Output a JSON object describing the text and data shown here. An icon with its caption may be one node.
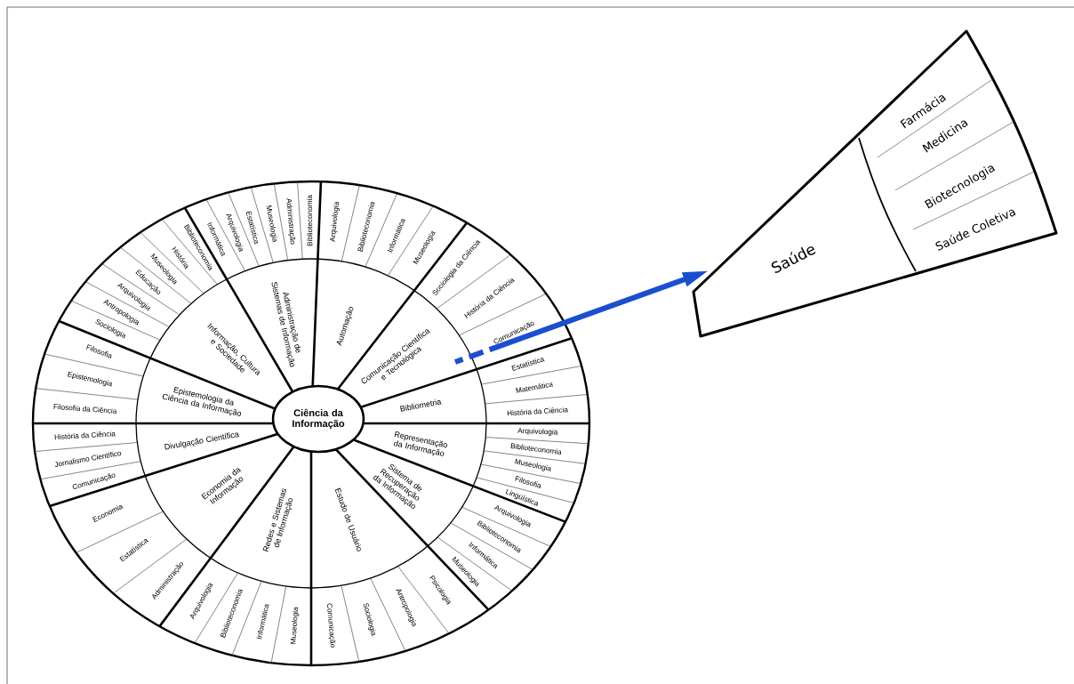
{
  "diagram": {
    "nodes": [
      {
        "text": [
          "Ciência da Informação"
        ]
      },
      {
        "text": [
          "Administração de Sistemas de Informação"
        ]
      },
      {
        "text": [
          "Informática"
        ]
      },
      {
        "text": [
          "Arquivologia"
        ]
      },
      {
        "text": [
          "Estatística"
        ]
      },
      {
        "text": [
          "Museologia"
        ]
      },
      {
        "text": [
          "Administração"
        ]
      },
      {
        "text": [
          "Biblioteconomia"
        ]
      },
      {
        "text": [
          "Automação"
        ]
      },
      {
        "text": [
          "Arquivologia"
        ]
      },
      {
        "text": [
          "Biblioteconomia"
        ]
      },
      {
        "text": [
          "Informática"
        ]
      },
      {
        "text": [
          "Museologia"
        ]
      },
      {
        "text": [
          "Comunicação Científica e Tecnológica"
        ]
      },
      {
        "text": [
          "Sociologia da Ciência"
        ]
      },
      {
        "text": [
          "História da Ciência"
        ]
      },
      {
        "text": [
          "Comunicação"
        ]
      },
      {
        "text": [
          "Bibliometria"
        ]
      },
      {
        "text": [
          "Estatística"
        ]
      },
      {
        "text": [
          "Matemática"
        ]
      },
      {
        "text": [
          "História da Ciência"
        ]
      },
      {
        "text": [
          "Representação da Informação"
        ]
      },
      {
        "text": [
          "Arquivologia"
        ]
      },
      {
        "text": [
          "Biblioteconomia"
        ]
      },
      {
        "text": [
          "Museologia"
        ]
      },
      {
        "text": [
          "Filosofia"
        ]
      },
      {
        "text": [
          "Lingüística"
        ]
      },
      {
        "text": [
          "Sistema de Recuperação da Informação"
        ]
      },
      {
        "text": [
          "Arquivologia"
        ]
      },
      {
        "text": [
          "Biblioteconomia"
        ]
      },
      {
        "text": [
          "Informática"
        ]
      },
      {
        "text": [
          "Museologia"
        ]
      },
      {
        "text": [
          "Estudo de Usuário"
        ]
      },
      {
        "text": [
          "Psicologia"
        ]
      },
      {
        "text": [
          "Antropologia"
        ]
      },
      {
        "text": [
          "Sociologia"
        ]
      },
      {
        "text": [
          "Comunicação"
        ]
      },
      {
        "text": [
          "Redes e Sistemas de Informação"
        ]
      },
      {
        "text": [
          "Museologia"
        ]
      },
      {
        "text": [
          "Informática"
        ]
      },
      {
        "text": [
          "Biblioteconomia"
        ]
      },
      {
        "text": [
          "Arquivologia"
        ]
      },
      {
        "text": [
          "Economia da Informação"
        ]
      },
      {
        "text": [
          "Administração"
        ]
      },
      {
        "text": [
          "Estatística"
        ]
      },
      {
        "text": [
          "Economia"
        ]
      },
      {
        "text": [
          "Divulgação Científica"
        ]
      },
      {
        "text": [
          "Comunicação"
        ]
      },
      {
        "text": [
          "Jornalismo Científico"
        ]
      },
      {
        "text": [
          "História da Ciência"
        ]
      },
      {
        "text": [
          "Epistemologia da Ciência da Informação"
        ]
      },
      {
        "text": [
          "Filosofia da Ciência"
        ]
      },
      {
        "text": [
          "Epistemologia"
        ]
      },
      {
        "text": [
          "Filosofia"
        ]
      },
      {
        "text": [
          "Informação, Cultura e Sociedade"
        ]
      },
      {
        "text": [
          "Sociologia"
        ]
      },
      {
        "text": [
          "Antropologia"
        ]
      },
      {
        "text": [
          "Arquivologia"
        ]
      },
      {
        "text": [
          "Educação"
        ]
      },
      {
        "text": [
          "Museologia"
        ]
      },
      {
        "text": [
          "História"
        ]
      },
      {
        "text": [
          "Biblioteconomia"
        ]
      },
      {
        "text": [
          "Saúde"
        ]
      },
      {
        "text": [
          "Farmácia"
        ]
      },
      {
        "text": [
          "Medicina"
        ]
      },
      {
        "text": [
          "Biotecnologia"
        ]
      },
      {
        "text": [
          "Saúde Coletiva"
        ]
      }
    ],
    "edges": [
      {
        "from": null,
        "to": 62,
        "arrow": "to",
        "color": "#1a4fcf"
      }
    ]
  }
}
